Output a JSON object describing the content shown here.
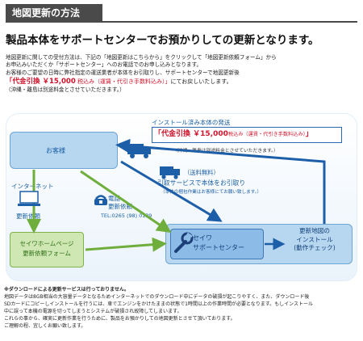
{
  "header": {
    "title": "地図更新の方法"
  },
  "headline": "製品本体をサポートセンターでお預かりしての更新となります。",
  "intro": {
    "line1": "地図更新に関しての受付方法は、下記の「地図更新はこちらから」をクリックして「地図更新依頼フォーム」から",
    "line2": "お申込みいただくか「サポートセンター」へのお電話でのお申し込みとなります。",
    "line3": "お客様のご要望の日時に弊社指定の運送業者が本体をお引取りし、サポートセンターで地図更新後",
    "price_open": "「代金引換 ￥15,000",
    "price_tax": " 税込み（運賃・代引き手数料込み）」",
    "price_tail": "にてお戻しいたします。",
    "line5": "（沖縄・離島は別途料金とさせていただきます。）"
  },
  "diagram": {
    "customer": "お客様",
    "homepage_line1": "セイワホームページ",
    "homepage_line2": "更新依頼フォーム",
    "center_line1": "セイワ",
    "center_line2": "サポートセンター",
    "install_line1": "更新地図の",
    "install_line2": "インストール",
    "install_line3": "(動作チェック)",
    "shipping_title": "インストール済み本体の発送",
    "shipping_price_open": "「代金引換 ￥15,000",
    "shipping_price_tax": "税込み（運賃・代引き手数料込み）",
    "shipping_price_close": "」",
    "shipping_note": "（沖縄・離島は別途料金とさせていただきます。）",
    "pickup_free": "（送料無料）",
    "pickup_service": "引取サービスで本体をお引取り",
    "pickup_note": "（本体の梱包作業はお客様にてお願い致します。）",
    "internet": "インターネット",
    "update_request": "更新依頼",
    "phone_line1": "電話",
    "phone_line2": "更新依頼",
    "tel": "TEL:0265 (98) 0139"
  },
  "notes": {
    "head": "※ダウンロードによる更新サービスは行っておりません。",
    "line1": "地図データは8GB相当の大容量データとなるためインターネットでのダウンロード中にデータの破損が起こりやすく、また、ダウンロード後",
    "line2": "SDカードにコピーしインストールを行うには、車でエンジンをかけたままの状態で1時間以上の作業時間が必要となります。もしインストール",
    "line3": "中に誤って本機の電源を切ってしまうとシステムが破損され故障してしまいます。",
    "line4": "これらの事から、確実に更新作業を行うために、製品をお預かりしての地図更新とさせて頂いております。",
    "line5": "ご理解の程、宜しくお願い致します。"
  },
  "colors": {
    "accent_red": "#d0132a",
    "blue_text": "#1a5fa3",
    "green_text": "#2d6e16",
    "header_bg": "#4a4a4a"
  },
  "icons": [
    "truck-icon",
    "laptop-icon",
    "phone-icon",
    "wrench-icon"
  ]
}
